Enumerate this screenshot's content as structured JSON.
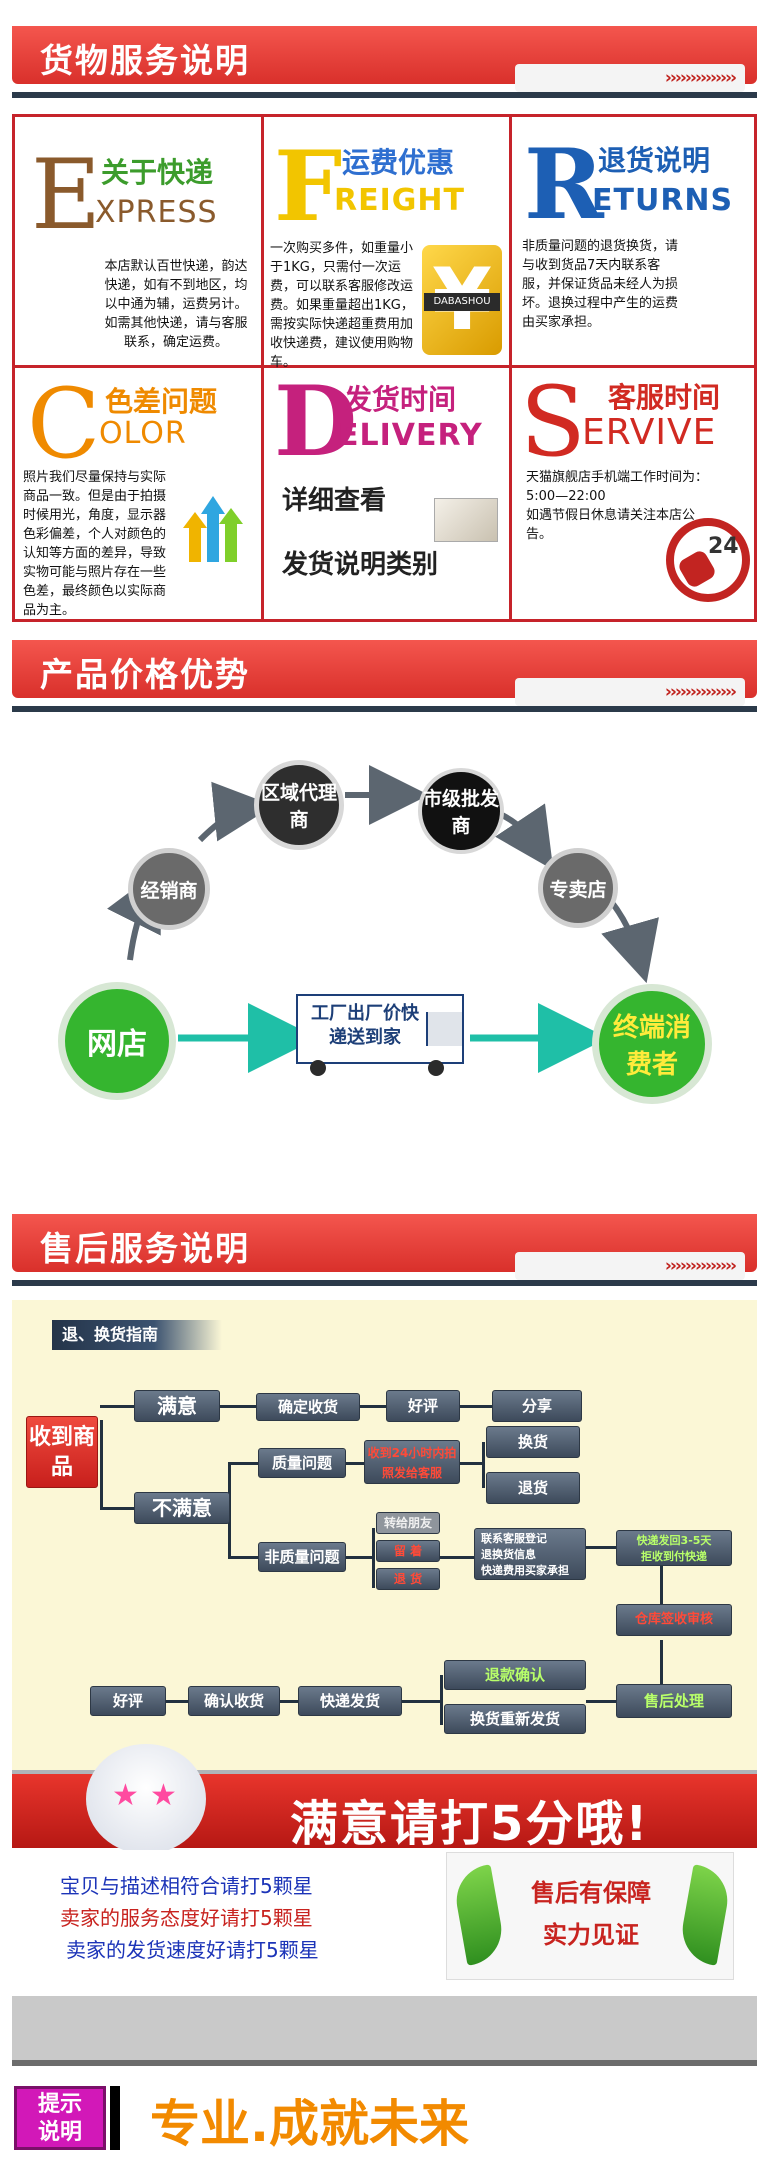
{
  "section1": {
    "title": "货物服务说明",
    "chevrons": "››››››››››››››",
    "express": {
      "letter": "E",
      "rest": "XPRESS",
      "cn": "关于快递",
      "desc": "本店默认百世快递，韵达快递，如有不到地区，均以中通为辅，运费另计。如需其他快递，请与客服联系，确定运费。"
    },
    "freight": {
      "letter": "F",
      "rest": "REIGHT",
      "cn": "运费优惠",
      "desc": "一次购买多件，如重量小于1KG，只需付一次运费，可以联系客服修改运费。如果重量超出1KG，需按实际快递超重费用加收快递费，建议使用购物车。",
      "badge": "DABASHOU",
      "yen": "¥"
    },
    "returns": {
      "letter": "R",
      "rest": "ETURNS",
      "cn": "退货说明",
      "desc": "非质量问题的退货换货，请与收到货品7天内联系客服，并保证货品未经人为损坏。退换过程中产生的运费由买家承担。"
    },
    "color": {
      "letter": "C",
      "rest": "OLOR",
      "cn": "色差问题",
      "desc": "照片我们尽量保持与实际商品一致。但是由于拍摄时候用光，角度，显示器色彩偏差，个人对颜色的认知等方面的差异，导致实物可能与照片存在一些色差，最终颜色以实际商品为主。"
    },
    "delivery": {
      "letter": "D",
      "rest": "ELIVERY",
      "cn": "发货时间",
      "line1": "详细查看",
      "line2": "发货说明类别"
    },
    "service": {
      "letter": "S",
      "rest": "ERVIVE",
      "cn": "客服时间",
      "desc": "天猫旗舰店手机端工作时间为：5:00—22:00\n如遇节假日休息请关注本店公告。",
      "clock": "24"
    }
  },
  "section2": {
    "title": "产品价格优势",
    "chevrons": "››››››››››››››",
    "nodes": {
      "regional": "区域代理商",
      "city": "市级批发商",
      "dealer": "经销商",
      "store": "专卖店",
      "online": "网店",
      "consumer": "终端消费者"
    },
    "truck": "工厂出厂价快递送到家"
  },
  "section3": {
    "title": "售后服务说明",
    "chevrons": "››››››››››››››",
    "guide": "退、换货指南",
    "received": "收到商品",
    "satisfied": "满意",
    "confirm": "确定收货",
    "good_review": "好评",
    "share": "分享",
    "unsatisfied": "不满意",
    "quality": "质量问题",
    "quality_note": "收到24小时内拍照发给客服",
    "exchange": "换货",
    "return": "退货",
    "nonquality": "非质量问题",
    "gift": "转给朋友",
    "keep": "留 着",
    "return2": "退 货",
    "contact": "联系客服登记\n退换货信息\n快递费用买家承担",
    "ship_back": "快递发回3-5天\n拒收到付快递",
    "refund_check": "仓库签收审核",
    "after_handle": "售后处理",
    "refund_ok": "退款确认",
    "reship": "换货重新发货",
    "ship": "快递发货",
    "confirm_receipt": "确认收货",
    "good_review2": "好评"
  },
  "banner": {
    "text": "满意请打5分哦!"
  },
  "stars": {
    "line1": "宝贝与描述相符合请打5颗星",
    "line2": "卖家的服务态度好请打5颗星",
    "line3": "卖家的发货速度好请打5颗星"
  },
  "guarantee": {
    "line1": "售后有保障",
    "line2": "实力见证"
  },
  "footer": {
    "badge": "提示说明",
    "slogan": "专业.成就未来"
  },
  "colors": {
    "red": "#d9302b",
    "navy": "#2b3a4a",
    "green": "#35b52f",
    "cream": "#fbf7d6"
  }
}
